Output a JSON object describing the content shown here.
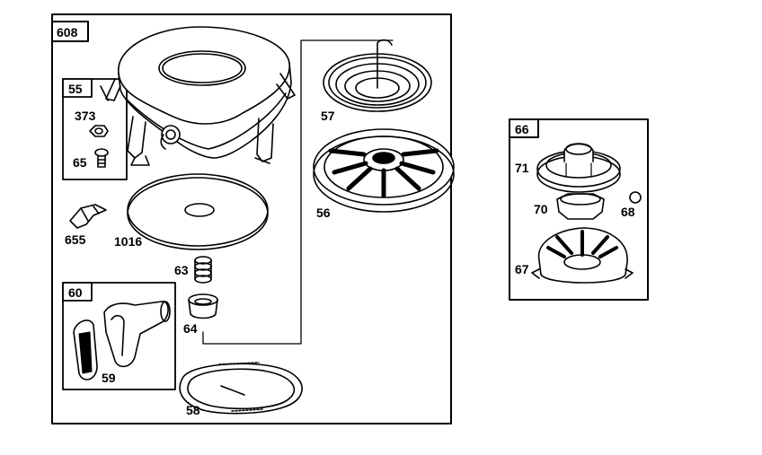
{
  "diagram": {
    "labels": {
      "main_box": "608",
      "sub_box_55": "55",
      "sub_box_60": "60",
      "side_box": "66",
      "p373": "373",
      "p65": "65",
      "p655": "655",
      "p1016": "1016",
      "p57": "57",
      "p56": "56",
      "p63": "63",
      "p64": "64",
      "p59": "59",
      "p58": "58",
      "p71": "71",
      "p70": "70",
      "p68": "68",
      "p67": "67"
    }
  }
}
